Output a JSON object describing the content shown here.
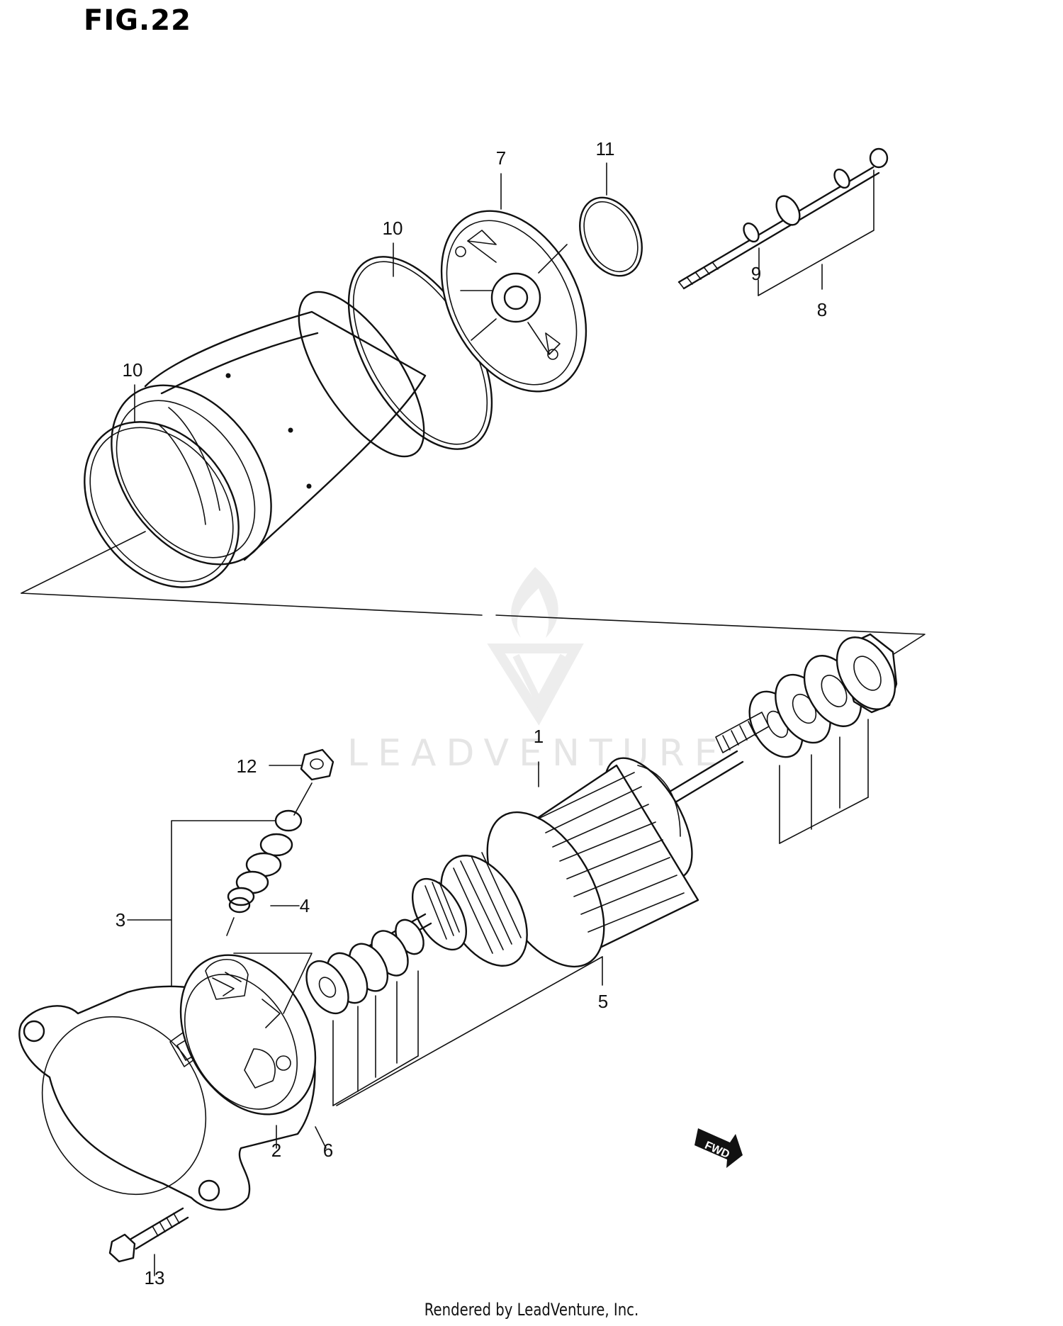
{
  "figure": {
    "title": "FIG.22",
    "footer": "Rendered by LeadVenture, Inc.",
    "watermark": "LEADVENTURE",
    "fwd_badge": "FWD"
  },
  "callouts": [
    {
      "id": "1",
      "text": "1"
    },
    {
      "id": "2",
      "text": "2"
    },
    {
      "id": "3",
      "text": "3"
    },
    {
      "id": "4",
      "text": "4"
    },
    {
      "id": "5",
      "text": "5"
    },
    {
      "id": "6",
      "text": "6"
    },
    {
      "id": "7",
      "text": "7"
    },
    {
      "id": "8",
      "text": "8"
    },
    {
      "id": "9",
      "text": "9"
    },
    {
      "id": "10a",
      "text": "10"
    },
    {
      "id": "10b",
      "text": "10"
    },
    {
      "id": "11",
      "text": "11"
    },
    {
      "id": "12",
      "text": "12"
    },
    {
      "id": "13",
      "text": "13"
    }
  ]
}
